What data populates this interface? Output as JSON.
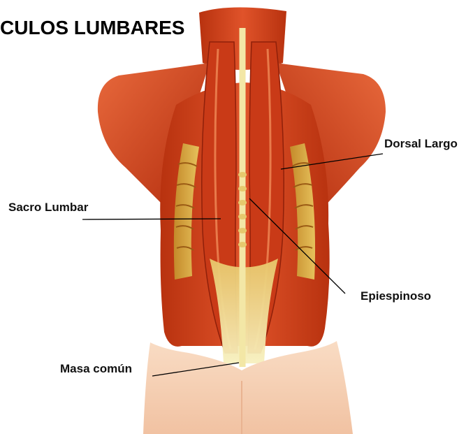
{
  "title": "CULOS LUMBARES",
  "labels": {
    "dorsal_largo": "Dorsal Largo",
    "sacro_lumbar": "Sacro Lumbar",
    "epiespinoso": "Epiespinoso",
    "masa_comun": "Masa común"
  },
  "colors": {
    "muscle": "#d2401e",
    "muscle_dark": "#a8240e",
    "muscle_light": "#e8693c",
    "tendon": "#efe39a",
    "skin": "#f6cfb3",
    "leader_line": "#000000"
  }
}
